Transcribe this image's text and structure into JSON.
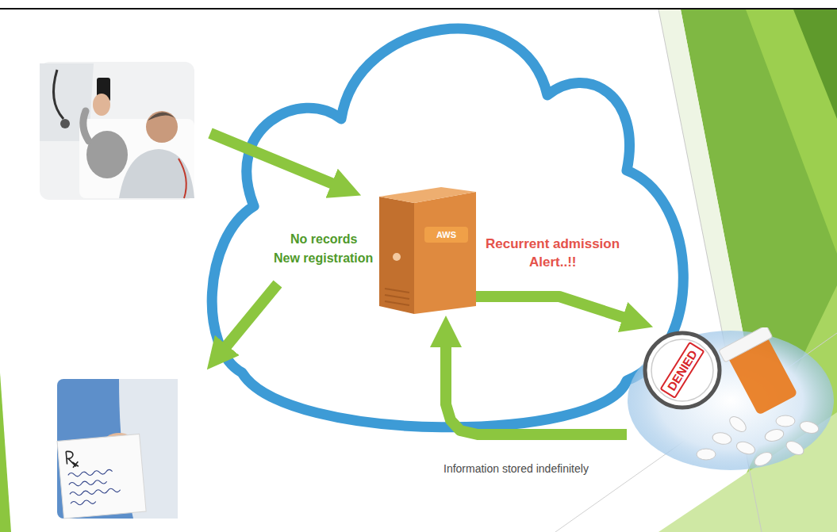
{
  "diagram": {
    "nodes": [
      {
        "text": [
          "AWS"
        ]
      },
      {
        "text": [
          "DENIED"
        ]
      }
    ],
    "edges": [
      {
        "from": 0,
        "to": 1,
        "arrow": "to"
      },
      {
        "from": 1,
        "to": 0,
        "label": "Information stored indefinitely",
        "arrow": "to"
      }
    ],
    "labels": [
      "No records",
      "New registration",
      "Recurrent admission",
      "Alert..!!"
    ]
  }
}
